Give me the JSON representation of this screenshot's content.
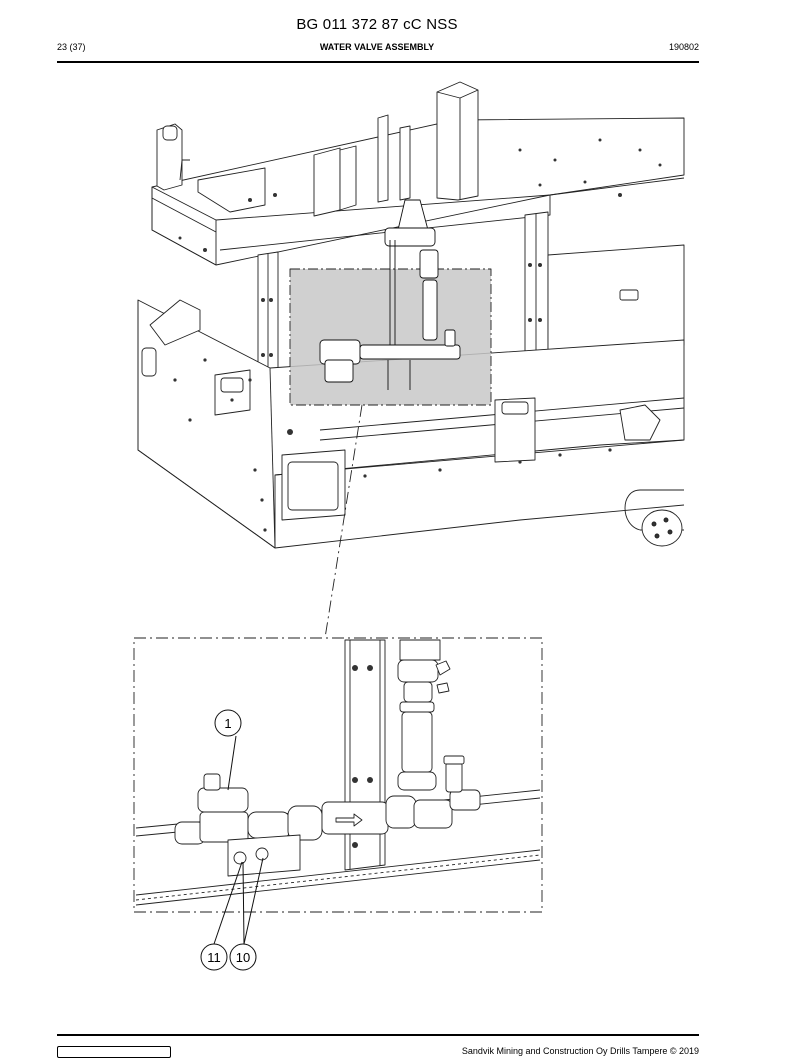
{
  "document": {
    "id": "BG 011 372 87 cC NSS",
    "page": "23 (37)",
    "title": "WATER VALVE ASSEMBLY",
    "date": "190802"
  },
  "callouts": [
    {
      "label": "1"
    },
    {
      "label": "11"
    },
    {
      "label": "10"
    }
  ],
  "footer": {
    "copyright": "Sandvik Mining and Construction Oy Drills Tampere © 2019"
  }
}
